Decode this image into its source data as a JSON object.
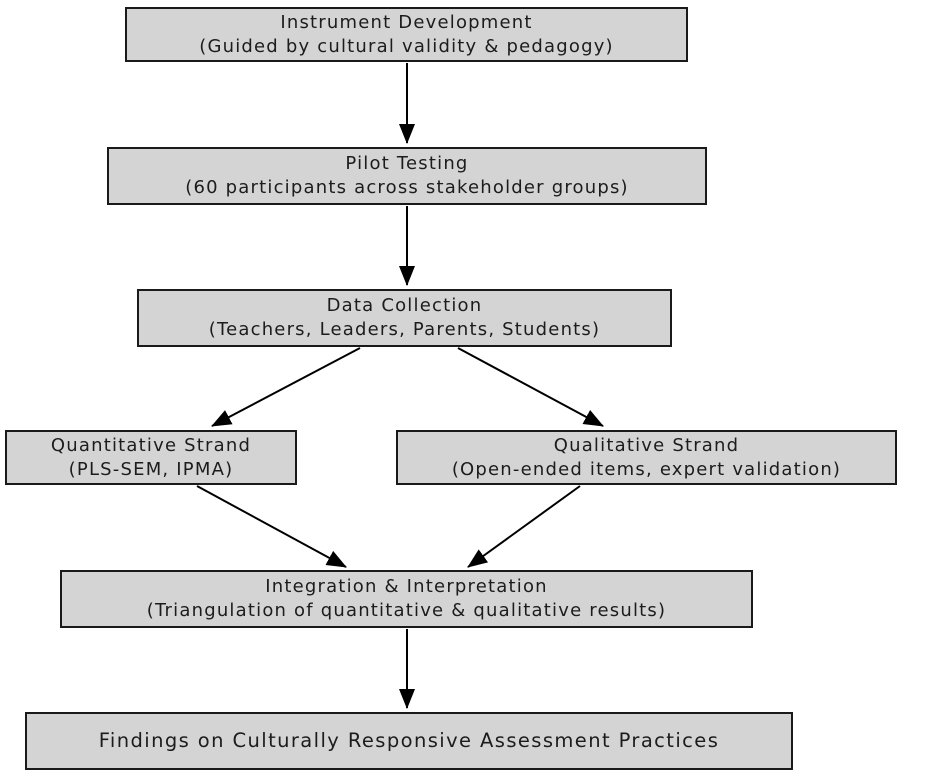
{
  "diagram": {
    "type": "flowchart",
    "background_color": "#ffffff",
    "node_fill_color": "#d4d4d4",
    "node_border_color": "#1a1a1a",
    "arrow_color": "#000000",
    "text_color": "#1c1c1c"
  },
  "nodes": [
    {
      "id": "instrument-development",
      "line1": "Instrument Development",
      "line2": "(Guided by cultural validity & pedagogy)"
    },
    {
      "id": "pilot-testing",
      "line1": "Pilot Testing",
      "line2": "(60 participants across stakeholder groups)"
    },
    {
      "id": "data-collection",
      "line1": "Data Collection",
      "line2": "(Teachers, Leaders, Parents, Students)"
    },
    {
      "id": "quantitative-strand",
      "line1": "Quantitative Strand",
      "line2": "(PLS-SEM, IPMA)"
    },
    {
      "id": "qualitative-strand",
      "line1": "Qualitative Strand",
      "line2": "(Open-ended items, expert validation)"
    },
    {
      "id": "integration-interpretation",
      "line1": "Integration & Interpretation",
      "line2": "(Triangulation of quantitative & qualitative results)"
    },
    {
      "id": "findings",
      "line1": "Findings on Culturally Responsive Assessment Practices"
    }
  ],
  "edges": [
    {
      "from": "instrument-development",
      "to": "pilot-testing"
    },
    {
      "from": "pilot-testing",
      "to": "data-collection"
    },
    {
      "from": "data-collection",
      "to": "quantitative-strand"
    },
    {
      "from": "data-collection",
      "to": "qualitative-strand"
    },
    {
      "from": "quantitative-strand",
      "to": "integration-interpretation"
    },
    {
      "from": "qualitative-strand",
      "to": "integration-interpretation"
    },
    {
      "from": "integration-interpretation",
      "to": "findings"
    }
  ]
}
